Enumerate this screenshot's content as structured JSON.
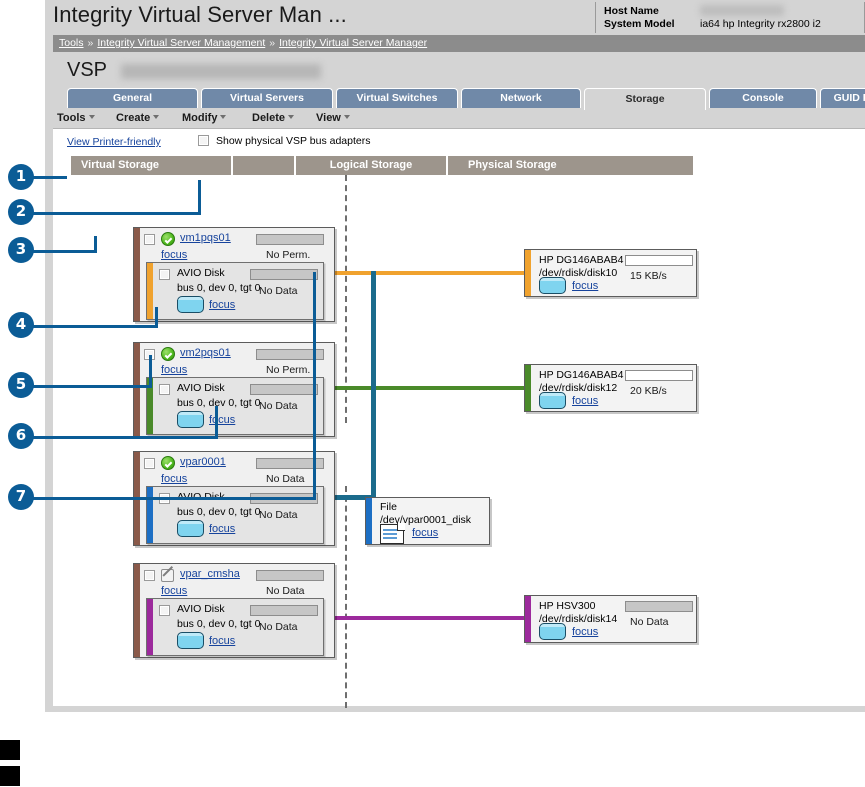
{
  "header": {
    "title": "Integrity Virtual Server Man ...",
    "host_name_label": "Host Name",
    "host_name_value": "redacted",
    "system_model_label": "System Model",
    "system_model_value": "ia64 hp Integrity rx2800 i2"
  },
  "breadcrumb": {
    "items": [
      "Tools",
      "Integrity Virtual Server Management",
      "Integrity Virtual Server Manager"
    ],
    "separator": "»"
  },
  "page": {
    "vsp_label": "VSP",
    "vsp_name": "redacted"
  },
  "tabs": [
    {
      "label": "General",
      "active": false
    },
    {
      "label": "Virtual Servers",
      "active": false
    },
    {
      "label": "Virtual Switches",
      "active": false
    },
    {
      "label": "Network",
      "active": false
    },
    {
      "label": "Storage",
      "active": true
    },
    {
      "label": "Console",
      "active": false
    },
    {
      "label": "GUID Resources",
      "active": false
    }
  ],
  "menubar": [
    {
      "label": "Tools"
    },
    {
      "label": "Create"
    },
    {
      "label": "Modify"
    },
    {
      "label": "Delete"
    },
    {
      "label": "View"
    }
  ],
  "toolbar": {
    "printer_friendly": "View Printer-friendly",
    "show_adapters_label": "Show physical VSP bus adapters",
    "show_adapters_checked": false
  },
  "columns": [
    {
      "label": "Virtual Storage"
    },
    {
      "label": ""
    },
    {
      "label": "Logical Storage"
    },
    {
      "label": "Physical Storage"
    }
  ],
  "colors": {
    "accent_orange": "#f0a22e",
    "accent_green": "#4a8a2a",
    "accent_blue": "#1d6fc4",
    "accent_purple": "#9c2a9c",
    "accent_brown": "#8a5a4a",
    "callout_blue": "#0b5c96",
    "link_blue": "#16439c",
    "tab_blue": "#7089a8",
    "colhdr_tan": "#9d958c"
  },
  "rows": [
    {
      "vm_name": "vm1pqs01",
      "vm_status": "ok",
      "vm_state": "No Perm.",
      "vm_focus": "focus",
      "vm_checked": false,
      "accent": "#f0a22e",
      "avio": {
        "title": "AVIO Disk",
        "addr": "bus 0, dev 0, tgt 0",
        "state": "No Data",
        "focus": "focus",
        "checked": false
      },
      "physical": {
        "model": "HP DG146ABAB4",
        "device": "/dev/rdisk/disk10",
        "state": "15 KB/s",
        "meter": "empty",
        "focus": "focus",
        "icon": "disk-icon"
      }
    },
    {
      "vm_name": "vm2pqs01",
      "vm_status": "ok",
      "vm_state": "No Perm.",
      "vm_focus": "focus",
      "vm_checked": false,
      "accent": "#4a8a2a",
      "avio": {
        "title": "AVIO Disk",
        "addr": "bus 0, dev 0, tgt 0",
        "state": "No Data",
        "focus": "focus",
        "checked": false
      },
      "physical": {
        "model": "HP DG146ABAB4",
        "device": "/dev/rdisk/disk12",
        "state": "20 KB/s",
        "meter": "empty",
        "focus": "focus",
        "icon": "disk-icon"
      }
    },
    {
      "vm_name": "vpar0001",
      "vm_status": "ok",
      "vm_state": "No Data",
      "vm_focus": "focus",
      "vm_checked": false,
      "accent": "#1d6fc4",
      "avio": {
        "title": "AVIO Disk",
        "addr": "bus 0, dev 0, tgt 0",
        "state": "No Data",
        "focus": "focus",
        "checked": false
      },
      "logical": {
        "type": "File",
        "path": "/dev/vpar0001_disk",
        "focus": "focus",
        "icon": "file-icon"
      }
    },
    {
      "vm_name": "vpar_cmsha",
      "vm_status": "na",
      "vm_state": "No Data",
      "vm_focus": "focus",
      "vm_checked": false,
      "accent": "#9c2a9c",
      "avio": {
        "title": "AVIO Disk",
        "addr": "bus 0, dev 0, tgt 0",
        "state": "No Data",
        "focus": "focus",
        "checked": false
      },
      "physical": {
        "model": "HP HSV300",
        "device": "/dev/rdisk/disk14",
        "state": "No Data",
        "meter": "filled",
        "focus": "focus",
        "icon": "disk-icon"
      }
    }
  ],
  "callouts": [
    {
      "number": "1"
    },
    {
      "number": "2"
    },
    {
      "number": "3"
    },
    {
      "number": "4"
    },
    {
      "number": "5"
    },
    {
      "number": "6"
    },
    {
      "number": "7"
    }
  ]
}
